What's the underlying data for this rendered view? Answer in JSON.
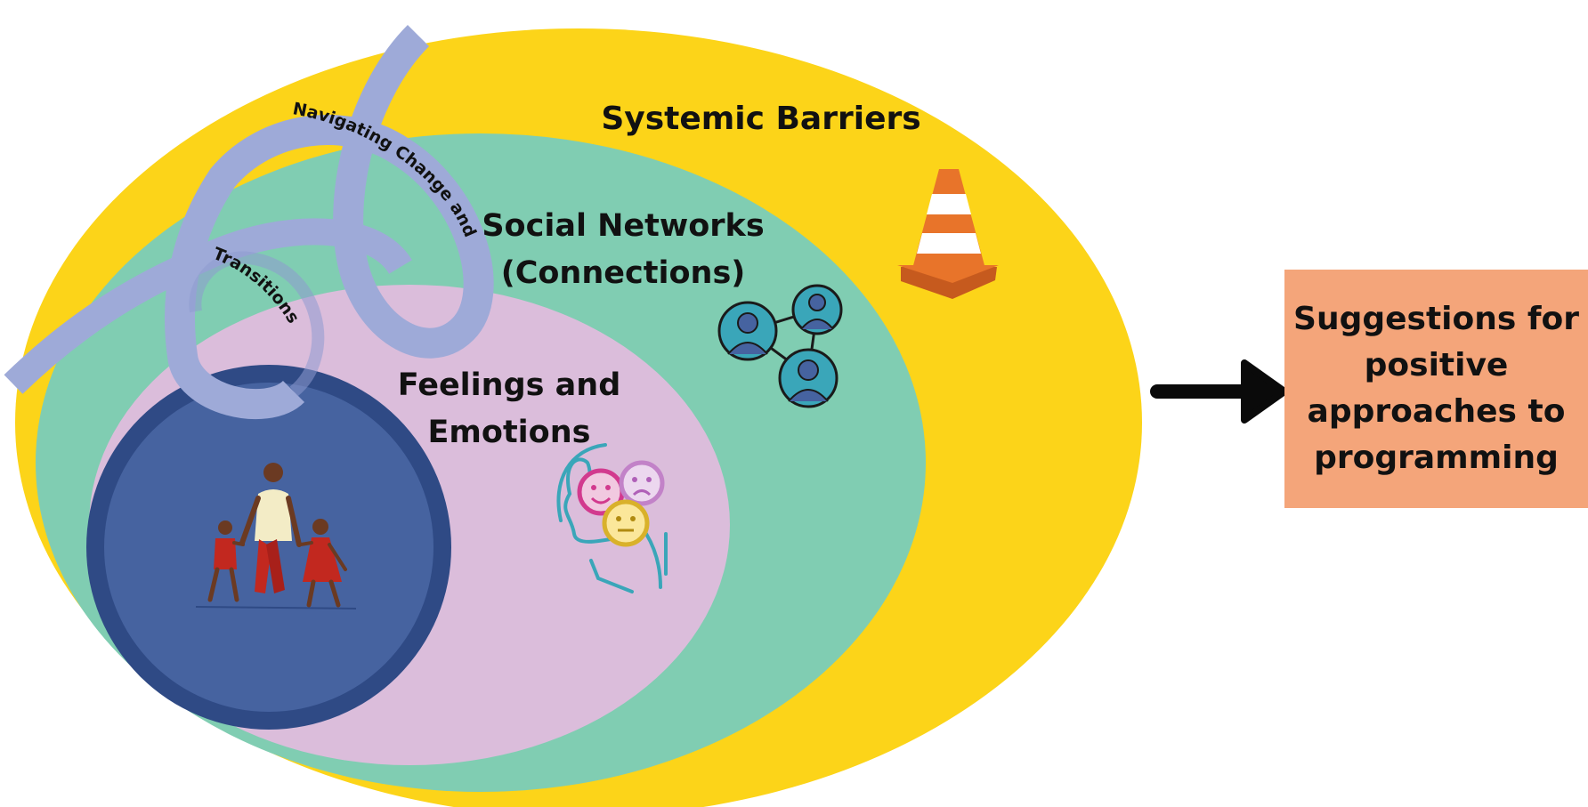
{
  "layers": {
    "systemic": "Systemic Barriers",
    "social_line1": "Social Networks",
    "social_line2": "(Connections)",
    "feelings_line1": "Feelings and",
    "feelings_line2": "Emotions"
  },
  "ribbon": {
    "text1": "Navigating Change and",
    "text2": "Transitions"
  },
  "outcome": {
    "text": "Suggestions for\npositive\napproaches to\nprogramming"
  },
  "colors": {
    "systemic": "#fcd419",
    "social": "#80cdb2",
    "feelings": "#dbbddb",
    "core": "#4663a0",
    "core_ring": "#2f4a85",
    "ribbon": "#9eaad8",
    "outcome": "#f4a57a",
    "arrow": "#0a0a0a",
    "cone": "#e8742a"
  },
  "icons": [
    "traffic-cone-icon",
    "people-network-icon",
    "head-emotions-icon",
    "family-walking-icon",
    "arrow-right-icon"
  ]
}
